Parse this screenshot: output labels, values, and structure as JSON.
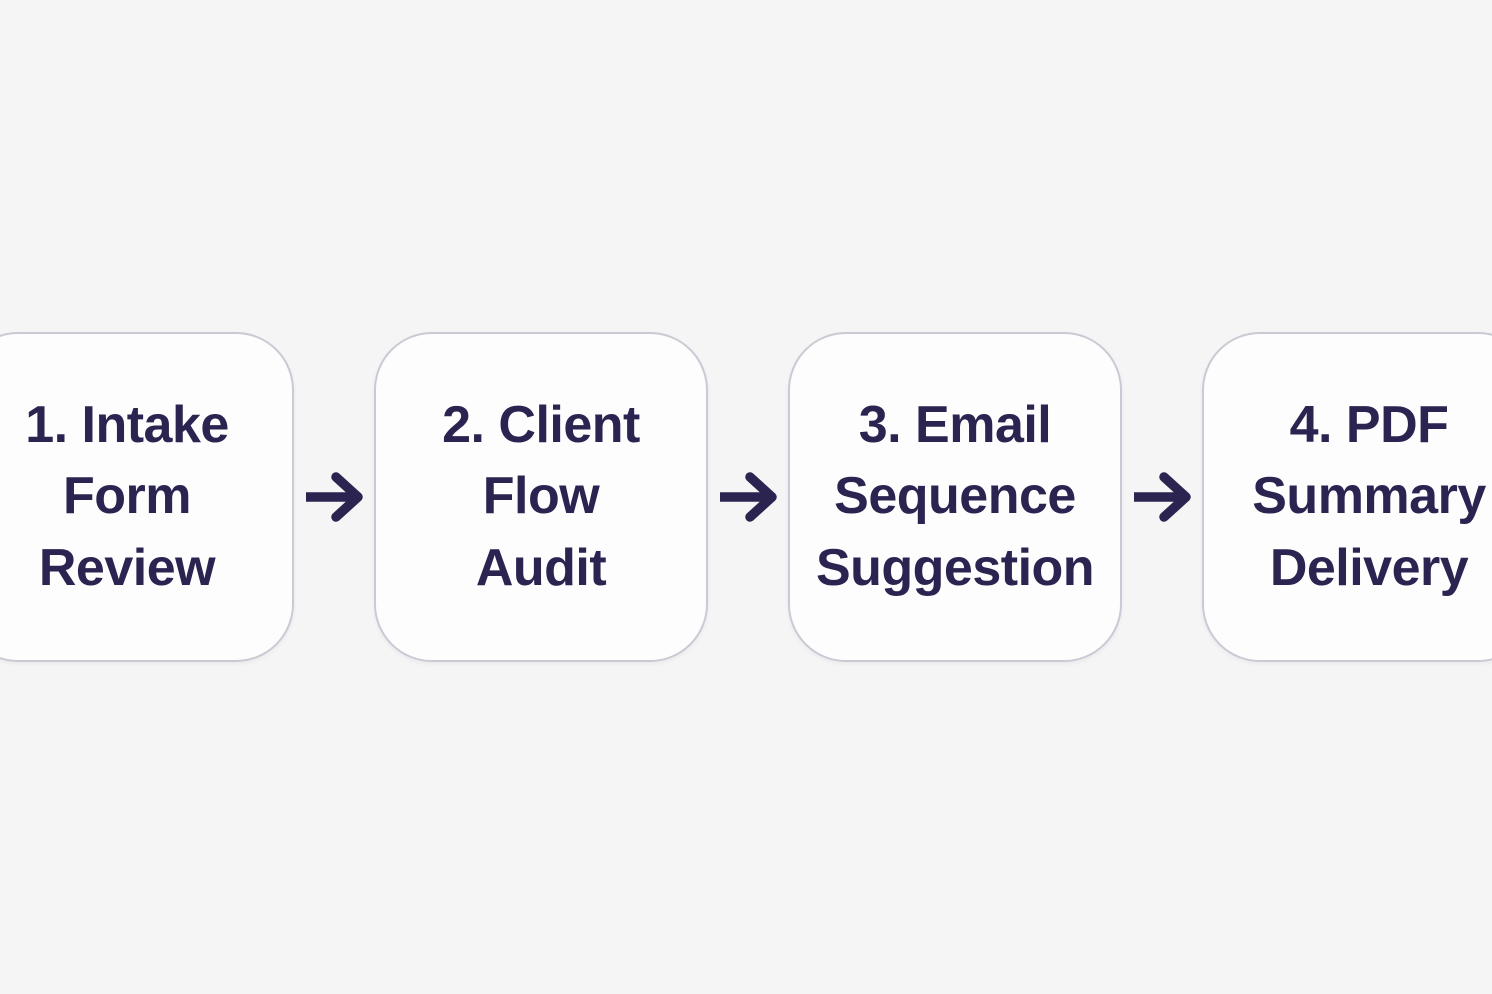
{
  "diagram": {
    "type": "flowchart",
    "direction": "left-to-right",
    "steps": [
      {
        "index": 1,
        "label": "1. Intake\nForm\nReview"
      },
      {
        "index": 2,
        "label": "2. Client\nFlow\nAudit"
      },
      {
        "index": 3,
        "label": "3. Email\nSequence\nSuggestion"
      },
      {
        "index": 4,
        "label": "4. PDF\nSummary\nDelivery"
      }
    ],
    "connector": "right-arrow"
  },
  "colors": {
    "background": "#f5f5f6",
    "box-fill": "#fdfdfe",
    "box-border": "#c9cbd4",
    "text": "#2b2450",
    "arrow": "#2b2450"
  }
}
